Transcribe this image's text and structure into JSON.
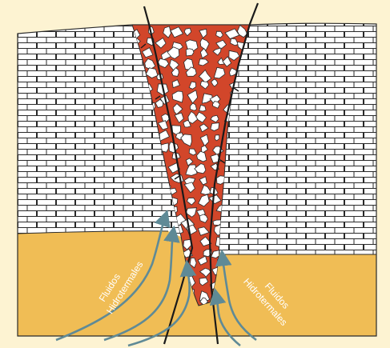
{
  "colors": {
    "page_background": "#fdf3d2",
    "limestone": "#ffffff",
    "limestone_joints": "#2a2a2a",
    "basement": "#f0bd55",
    "breccia_matrix": "#d2462a",
    "fluid_arrows": "#5f8a96",
    "faults": "#1a1a1a"
  },
  "labels": {
    "left_fluids": [
      "Fluidos",
      "Hidrotermales"
    ],
    "right_fluids": [
      "Fluidos",
      "Hidrotermales"
    ]
  },
  "layers": [
    "limestone-layer",
    "basement-layer",
    "breccia-pipe"
  ],
  "icons": [
    "fluid-flow-arrow",
    "fault-line"
  ]
}
